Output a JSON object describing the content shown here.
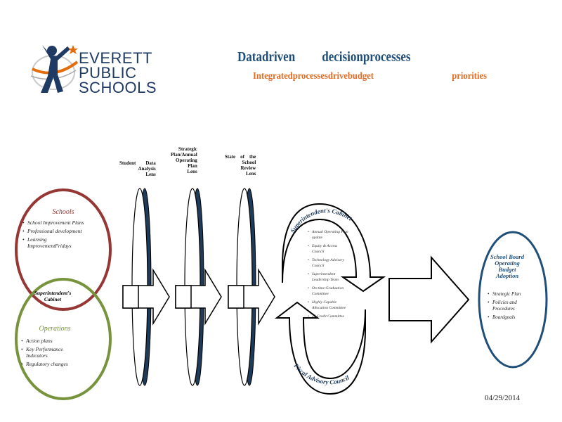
{
  "header": {
    "logo": {
      "line1": "EVERETT",
      "line2": "PUBLIC",
      "line3": "SCHOOLS"
    },
    "title": {
      "part1": "Datadriven",
      "part2": "decisionprocesses"
    },
    "subtitle": {
      "part1": "Integratedprocessesdrivebudget",
      "part2": "priorities"
    }
  },
  "lenses": [
    {
      "label": "Student        Data\nAnalysis\nLens"
    },
    {
      "label": "Strategic\nPlan/Annual\nOperating\nPlan\nLens"
    },
    {
      "label": "State    of    the\nSchool\nReview\nLens"
    }
  ],
  "schools_circle": {
    "title": "Schools",
    "items": [
      "School  Improvement Plans",
      "Professional development",
      "Learning ImprovementFridays"
    ]
  },
  "overlap_label": "Superintendent's Cabinet",
  "operations_circle": {
    "title": "Operations",
    "items": [
      "Action   plans",
      "Key  Performance Indicators",
      "Regulatory        changes"
    ]
  },
  "cycle": {
    "top_label": "Superintendent's Cabinet",
    "bottom_label": "Fiscal Advisory Council",
    "items": [
      "Annual Operating Plan update",
      "Equity & Access Council",
      "Technology Advisory Council",
      "Superintendent Leadership Team",
      "On-time Graduation Committee",
      "Highly Capable Allocation Committee",
      "24 Credit Committee"
    ]
  },
  "board": {
    "title": "School Board Operating Budget Adoption",
    "items": [
      "Strategic Plan",
      "Policies and Procedures",
      "Boardgoals"
    ]
  },
  "footer": {
    "date": "04/29/2014"
  },
  "colors": {
    "schools": "#953735",
    "operations": "#77933c",
    "board": "#1f4e79",
    "title": "#1f4e79",
    "subtitle": "#e36c25",
    "logo_orange": "#e46c0a"
  }
}
